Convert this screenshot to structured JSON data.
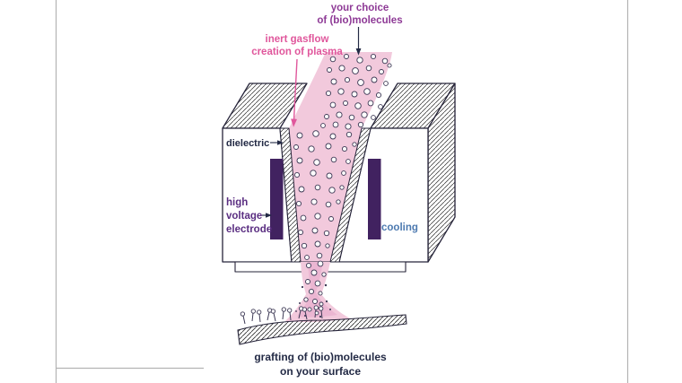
{
  "diagram": {
    "labels": {
      "molecule_choice_line1": "your choice",
      "molecule_choice_line2": "of (bio)molecules",
      "gasflow_line1": "inert gasflow",
      "gasflow_line2": "creation of plasma",
      "dielectric": "dielectric",
      "electrode_line1": "high",
      "electrode_line2": "voltage",
      "electrode_line3": "electrode",
      "cooling": "cooling",
      "caption_line1": "grafting of (bio)molecules",
      "caption_line2": "on your surface"
    },
    "colors": {
      "plasma_pink": "#f2c9dc",
      "plasma_core": "#eab3d0",
      "electrode_purple": "#412260",
      "outline_dark": "#26243a",
      "label_purple": "#8e3a96",
      "label_pink": "#e0579c",
      "label_navy": "#232a45",
      "label_violet": "#5b2f82",
      "label_blue": "#4d7ab0",
      "border_gray": "#b3b3b3"
    }
  }
}
